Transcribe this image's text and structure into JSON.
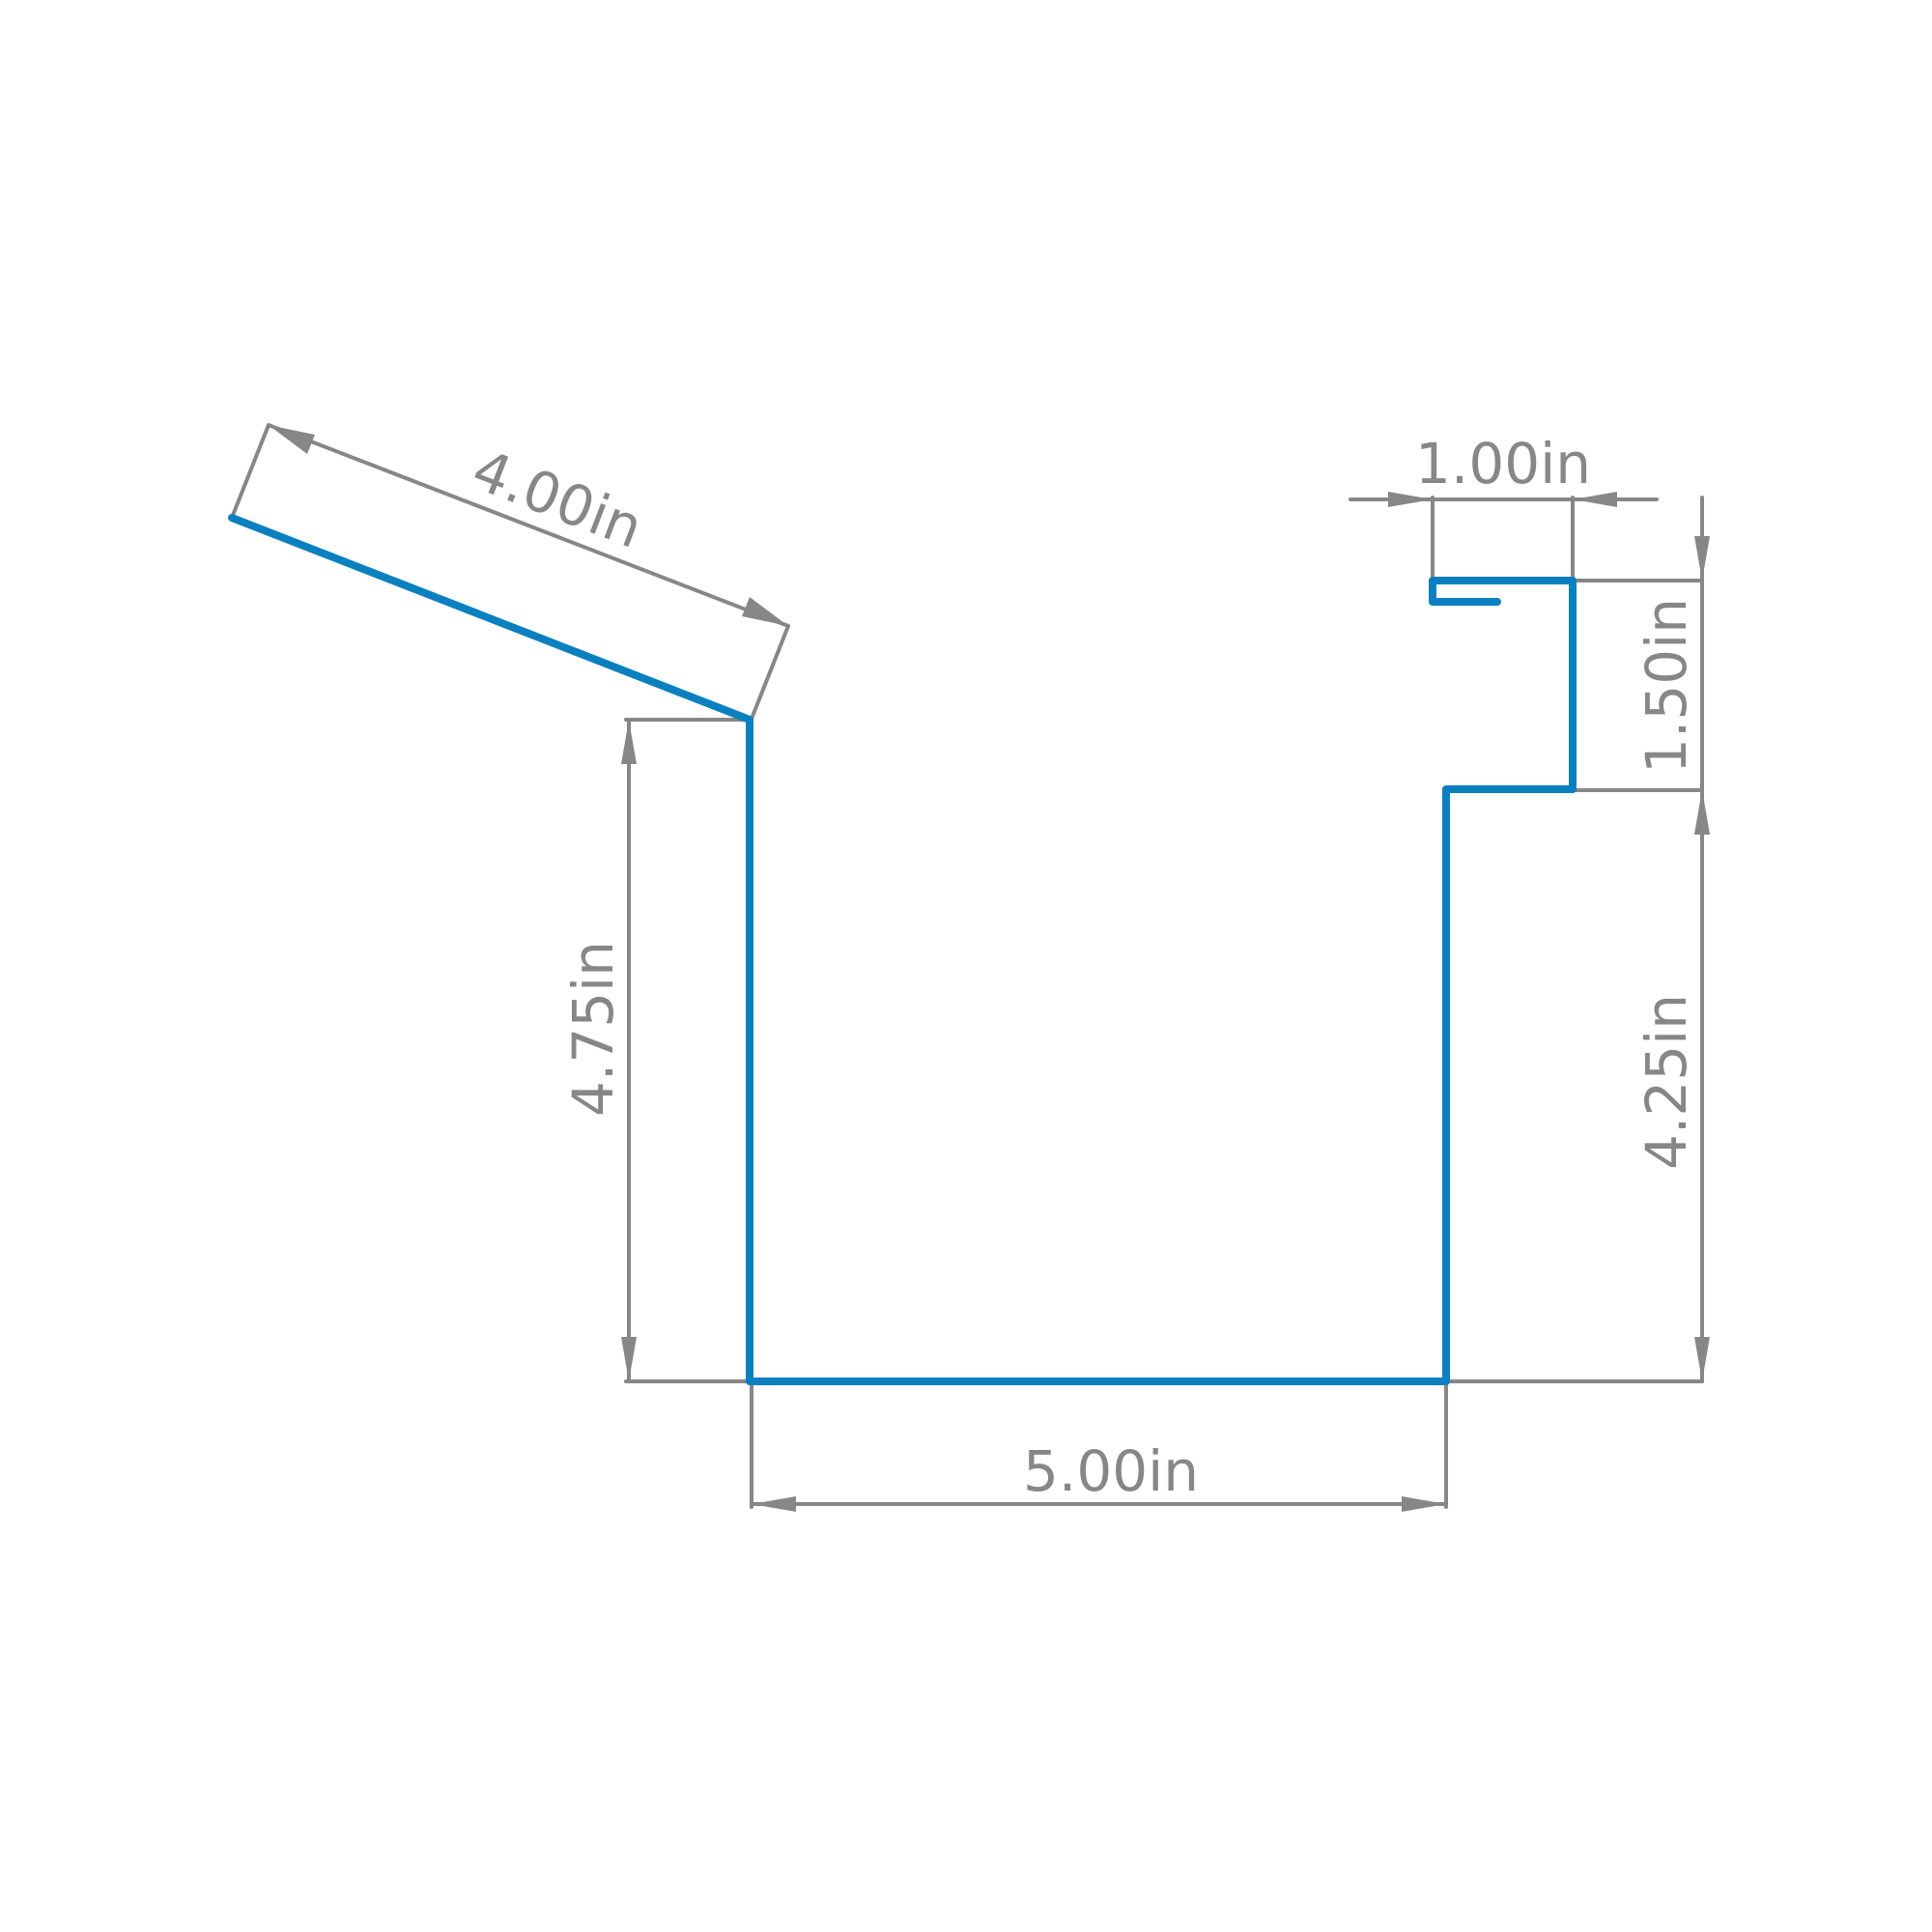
{
  "colors": {
    "profile": "#0a80c0",
    "dimension": "#878787",
    "background": "#ffffff"
  },
  "dimensions": {
    "top_left_flange": "4.00in",
    "top_right_hem": "1.00in",
    "right_upper_height": "1.50in",
    "left_height": "4.75in",
    "right_lower_height": "4.25in",
    "bottom_width": "5.00in"
  }
}
